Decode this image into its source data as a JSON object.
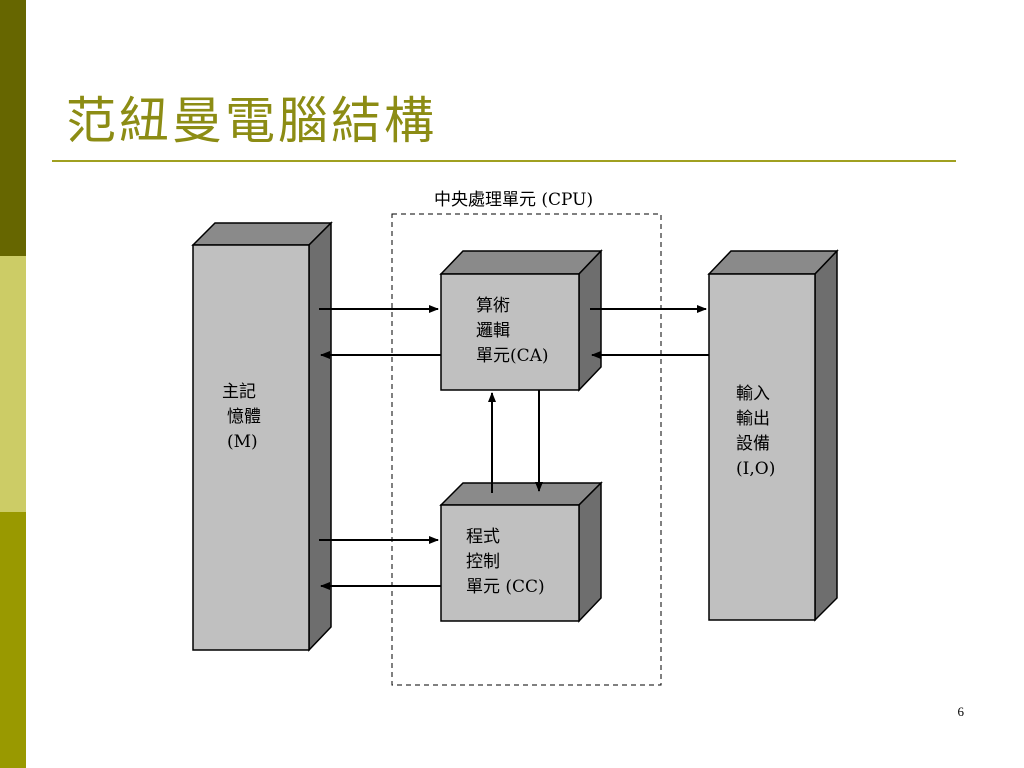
{
  "slide": {
    "title": "范紐曼電腦結構",
    "page_number": "6"
  },
  "diagram": {
    "cpu_label": "中央處理單元 (CPU)",
    "memory": {
      "line1": "主記",
      "line2": "憶體",
      "line3": "(M)"
    },
    "arithmetic_logic_unit": {
      "line1": "算術",
      "line2": "邏輯",
      "line3": "單元(CA)"
    },
    "control_unit": {
      "line1": "程式",
      "line2": "控制",
      "line3": "單元 (CC)"
    },
    "io_device": {
      "line1": "輸入",
      "line2": "輸出",
      "line3": "設備",
      "line4": "(I,O)"
    }
  },
  "colors": {
    "band_dark": "#666600",
    "band_light": "#cccc66",
    "band_mid": "#999900",
    "title": "#8c8c14",
    "box_front": "#c0c0c0",
    "box_top": "#8a8a8a",
    "box_side": "#6e6e6e"
  }
}
